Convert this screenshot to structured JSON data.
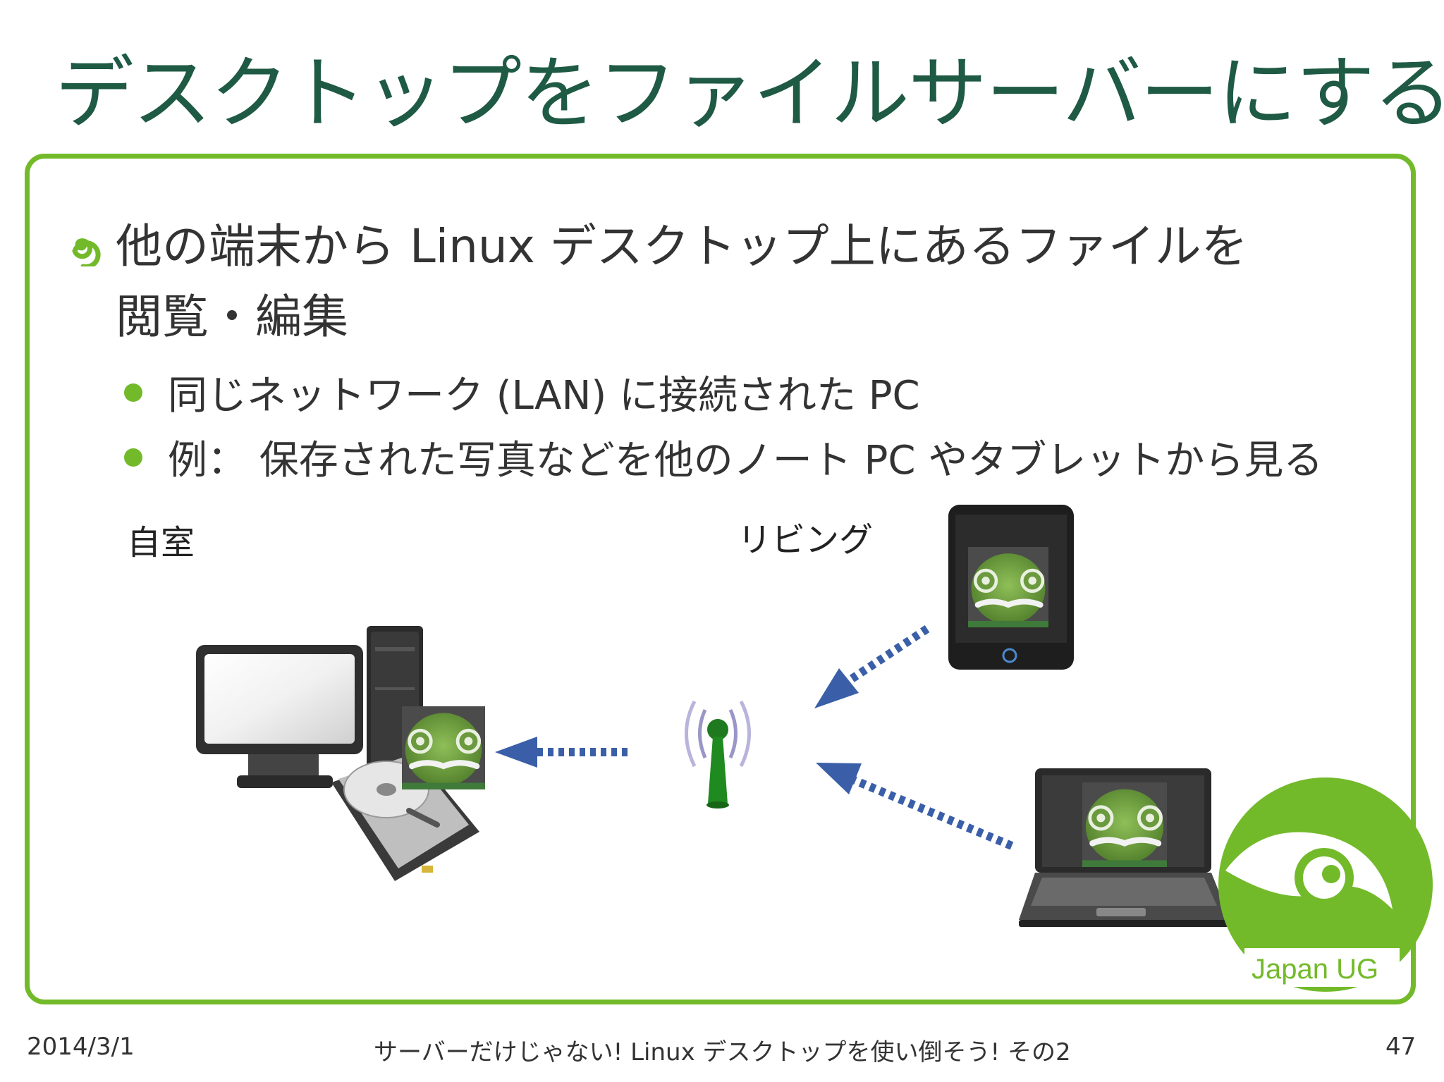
{
  "slide": {
    "title": "デスクトップをファイルサーバーにする",
    "bullet_line1": "他の端末から Linux デスクトップ上にあるファイルを",
    "bullet_line2": "閲覧・編集",
    "sub_bullets": [
      "同じネットワーク (LAN) に接続された PC",
      "例： 保存された写真などを他のノート PC やタブレットから見る"
    ],
    "rooms": {
      "own_room": "自室",
      "living": "リビング"
    }
  },
  "logo": {
    "text": "Japan UG",
    "color": "#73ba2a"
  },
  "footer": {
    "date": "2014/3/1",
    "title": "サーバーだけじゃない! Linux デスクトップを使い倒そう! その2",
    "page": "47"
  },
  "colors": {
    "title": "#1f5a45",
    "accent": "#73ba2a",
    "arrow": "#3a5fa8"
  },
  "icons": [
    "spiral-bullet-icon",
    "desktop-pc-icon",
    "hard-disk-icon",
    "wifi-router-icon",
    "tablet-icon",
    "laptop-icon",
    "gecko-photo-icon",
    "dotted-arrow-icon"
  ]
}
